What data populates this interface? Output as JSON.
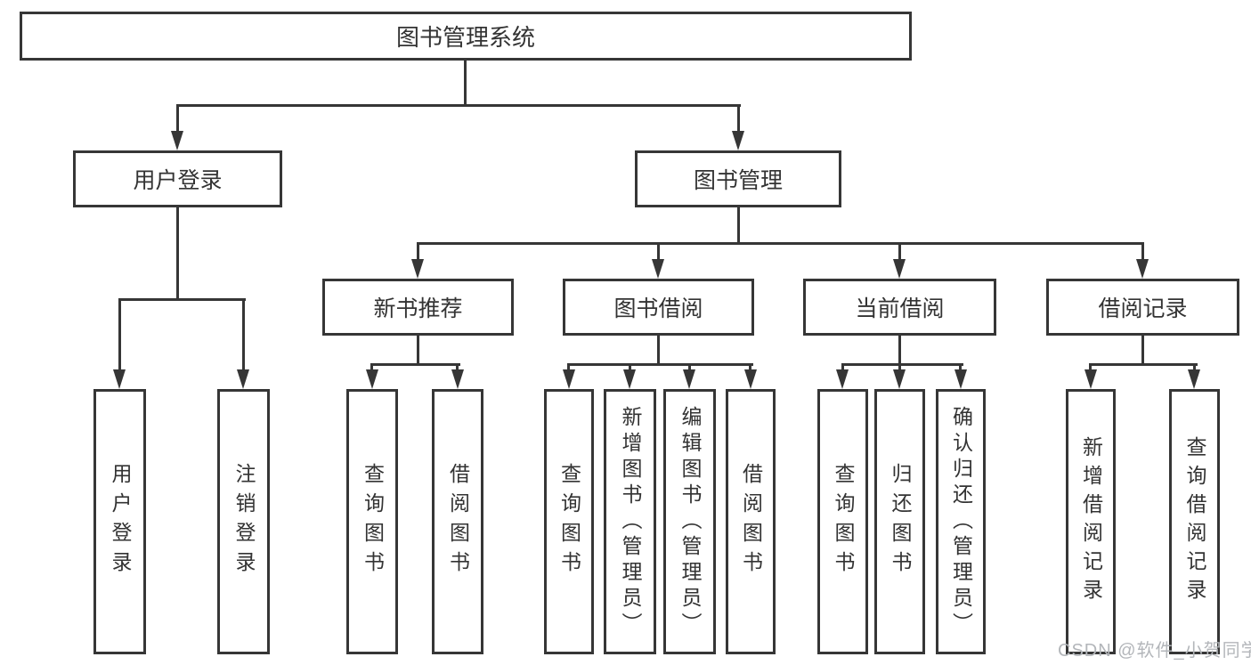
{
  "tree": {
    "label": "图书管理系统",
    "children": [
      {
        "label": "用户登录",
        "children": [
          {
            "label": "用户登录"
          },
          {
            "label": "注销登录"
          }
        ]
      },
      {
        "label": "图书管理",
        "children": [
          {
            "label": "新书推荐",
            "children": [
              {
                "label": "查询图书"
              },
              {
                "label": "借阅图书"
              }
            ]
          },
          {
            "label": "图书借阅",
            "children": [
              {
                "label": "查询图书"
              },
              {
                "label": "新增图书（管理员）"
              },
              {
                "label": "编辑图书（管理员）"
              },
              {
                "label": "借阅图书"
              }
            ]
          },
          {
            "label": "当前借阅",
            "children": [
              {
                "label": "查询图书"
              },
              {
                "label": "归还图书"
              },
              {
                "label": "确认归还（管理员）"
              }
            ]
          },
          {
            "label": "借阅记录",
            "children": [
              {
                "label": "新增借阅记录"
              },
              {
                "label": "查询借阅记录"
              }
            ]
          }
        ]
      }
    ]
  },
  "watermark": {
    "text": "CSDN @软件_小贺同学",
    "color": "#b3b6ba"
  },
  "colors": {
    "line": "#363636",
    "text": "#333333",
    "background": "#ffffff"
  }
}
